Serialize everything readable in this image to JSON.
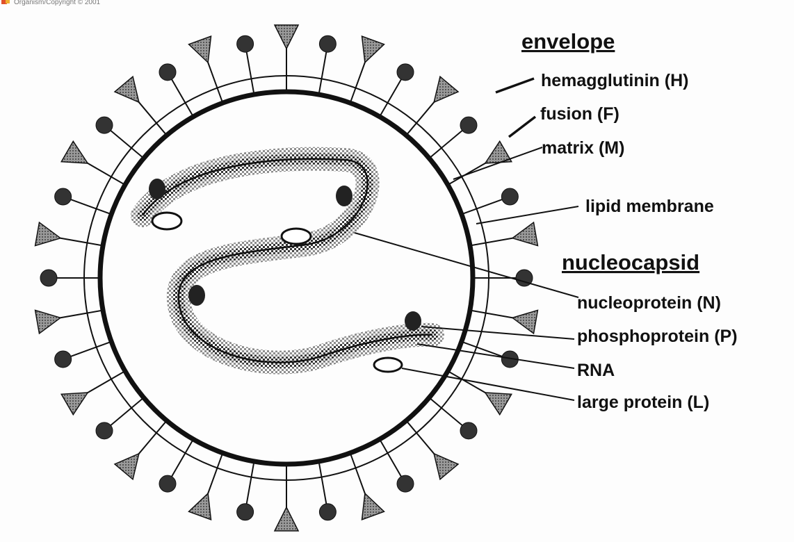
{
  "corner_caption": "Organism/Copyright © 2001",
  "labels": {
    "envelope": "envelope",
    "hemagglutinin": "hemagglutinin (H)",
    "fusion": "fusion (F)",
    "matrix": "matrix (M)",
    "lipid_membrane": "lipid membrane",
    "nucleocapsid": "nucleocapsid",
    "nucleoprotein": "nucleoprotein (N)",
    "phosphoprotein": "phosphoprotein (P)",
    "rna": "RNA",
    "large_protein": "large protein (L)"
  },
  "colors": {
    "ink": "#111111",
    "glycoprotein_fill": "#8a8a8a",
    "background": "#fdfdfd",
    "logo": "#e0502a"
  }
}
